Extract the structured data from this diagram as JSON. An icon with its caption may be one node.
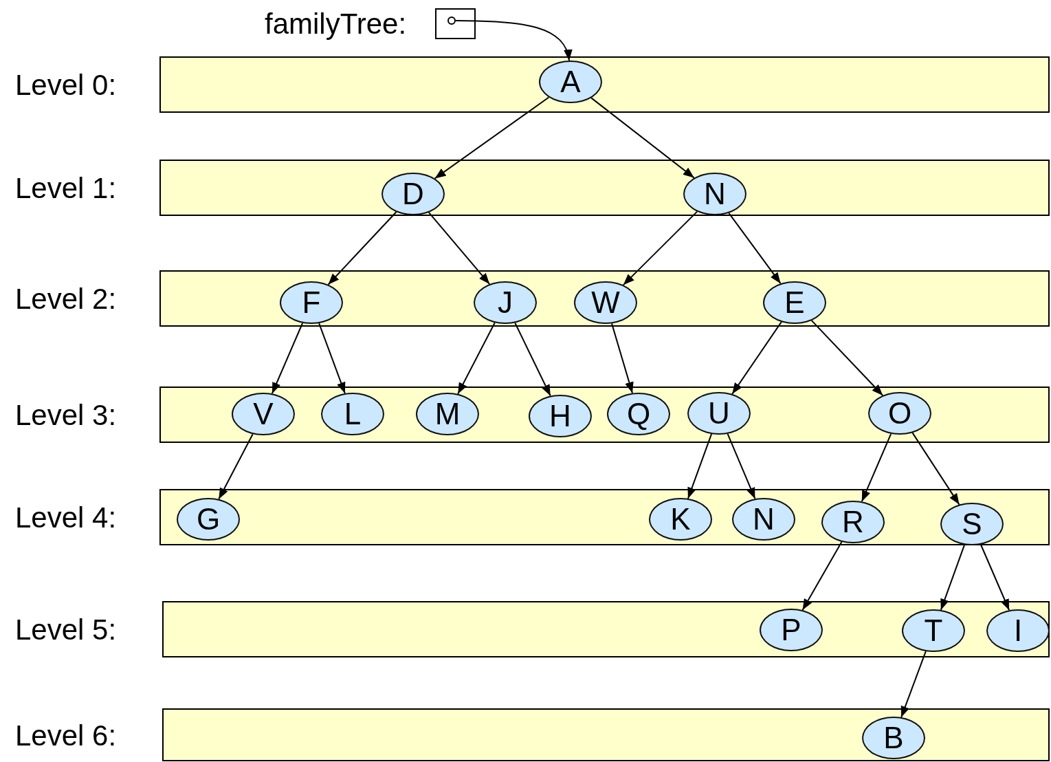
{
  "diagram": {
    "nodes": [
      {
        "text": [
          "familyTree:"
        ]
      },
      {
        "text": [
          "Level 0:"
        ]
      },
      {
        "text": [
          "A"
        ],
        "in": 1
      },
      {
        "text": [
          "Level 1:"
        ]
      },
      {
        "text": [
          "D"
        ],
        "in": 3
      },
      {
        "text": [
          "N"
        ],
        "in": 3
      },
      {
        "text": [
          "Level 2:"
        ]
      },
      {
        "text": [
          "F"
        ],
        "in": 6
      },
      {
        "text": [
          "J"
        ],
        "in": 6
      },
      {
        "text": [
          "W"
        ],
        "in": 6
      },
      {
        "text": [
          "E"
        ],
        "in": 6
      },
      {
        "text": [
          "Level 3:"
        ]
      },
      {
        "text": [
          "V"
        ],
        "in": 11
      },
      {
        "text": [
          "L"
        ],
        "in": 11
      },
      {
        "text": [
          "M"
        ],
        "in": 11
      },
      {
        "text": [
          "H"
        ],
        "in": 11
      },
      {
        "text": [
          "Q"
        ],
        "in": 11
      },
      {
        "text": [
          "U"
        ],
        "in": 11
      },
      {
        "text": [
          "O"
        ],
        "in": 11
      },
      {
        "text": [
          "Level 4:"
        ]
      },
      {
        "text": [
          "G"
        ],
        "in": 19
      },
      {
        "text": [
          "K"
        ],
        "in": 19
      },
      {
        "text": [
          "N"
        ],
        "in": 19
      },
      {
        "text": [
          "R"
        ],
        "in": 19
      },
      {
        "text": [
          "S"
        ],
        "in": 19
      },
      {
        "text": [
          "Level 5:"
        ]
      },
      {
        "text": [
          "P"
        ],
        "in": 25
      },
      {
        "text": [
          "T"
        ],
        "in": 25
      },
      {
        "text": [
          "I"
        ],
        "in": 25
      },
      {
        "text": [
          "Level 6:"
        ]
      },
      {
        "text": [
          "B"
        ],
        "in": 29
      }
    ],
    "edges": [
      {
        "from": 0,
        "to": 2,
        "arrow": "to"
      },
      {
        "from": 2,
        "to": 4,
        "arrow": "to"
      },
      {
        "from": 2,
        "to": 5,
        "arrow": "to"
      },
      {
        "from": 4,
        "to": 7,
        "arrow": "to"
      },
      {
        "from": 4,
        "to": 8,
        "arrow": "to"
      },
      {
        "from": 5,
        "to": 9,
        "arrow": "to"
      },
      {
        "from": 5,
        "to": 10,
        "arrow": "to"
      },
      {
        "from": 7,
        "to": 12,
        "arrow": "to"
      },
      {
        "from": 7,
        "to": 13,
        "arrow": "to"
      },
      {
        "from": 8,
        "to": 14,
        "arrow": "to"
      },
      {
        "from": 8,
        "to": 15,
        "arrow": "to"
      },
      {
        "from": 9,
        "to": 16,
        "arrow": "to"
      },
      {
        "from": 10,
        "to": 17,
        "arrow": "to"
      },
      {
        "from": 10,
        "to": 18,
        "arrow": "to"
      },
      {
        "from": 12,
        "to": 20,
        "arrow": "to"
      },
      {
        "from": 17,
        "to": 21,
        "arrow": "to"
      },
      {
        "from": 17,
        "to": 22,
        "arrow": "to"
      },
      {
        "from": 18,
        "to": 23,
        "arrow": "to"
      },
      {
        "from": 18,
        "to": 24,
        "arrow": "to"
      },
      {
        "from": 23,
        "to": 26,
        "arrow": "to"
      },
      {
        "from": 24,
        "to": 27,
        "arrow": "to"
      },
      {
        "from": 24,
        "to": 28,
        "arrow": "to"
      },
      {
        "from": 27,
        "to": 30,
        "arrow": "to"
      }
    ]
  }
}
